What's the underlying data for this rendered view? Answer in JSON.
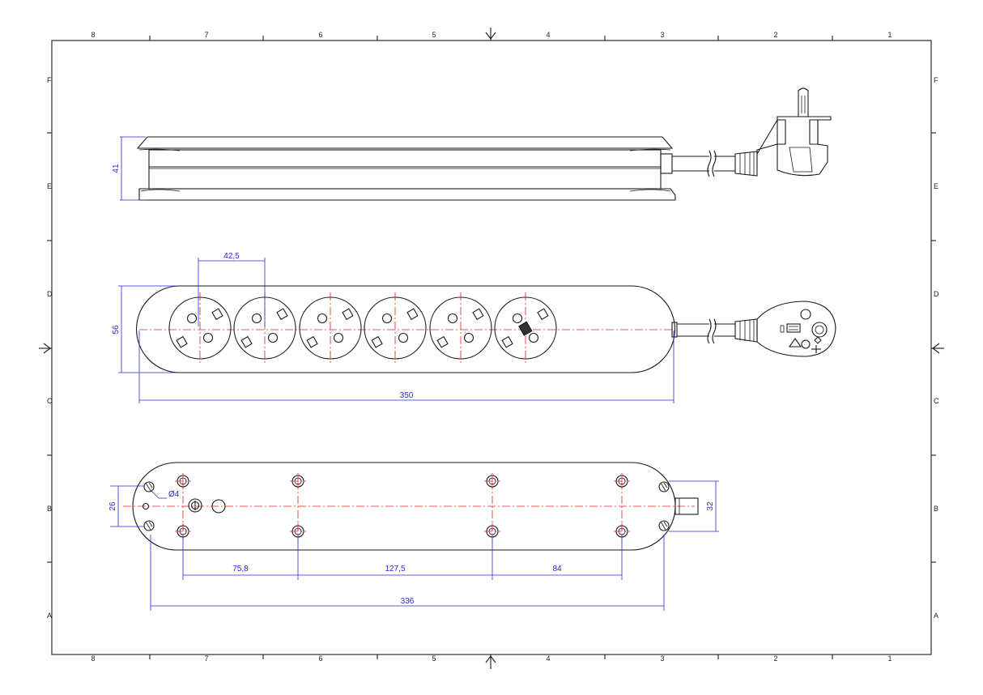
{
  "frame": {
    "columns": [
      "8",
      "7",
      "6",
      "5",
      "4",
      "3",
      "2",
      "1"
    ],
    "rows": [
      "F",
      "E",
      "D",
      "C",
      "B",
      "A"
    ]
  },
  "dimensions": {
    "side_height": "41",
    "socket_pitch": "42,5",
    "top_width": "56",
    "top_length": "350",
    "bottom_width": "26",
    "hole_diameter": "Ø4",
    "cable_offset": "32",
    "screw_spacing_1": "75,8",
    "screw_spacing_2": "127,5",
    "screw_spacing_3": "84",
    "bottom_length": "336"
  },
  "colors": {
    "outline": "#1a1a1a",
    "center_line": "#e02020",
    "dimension": "#2a2ad0"
  }
}
